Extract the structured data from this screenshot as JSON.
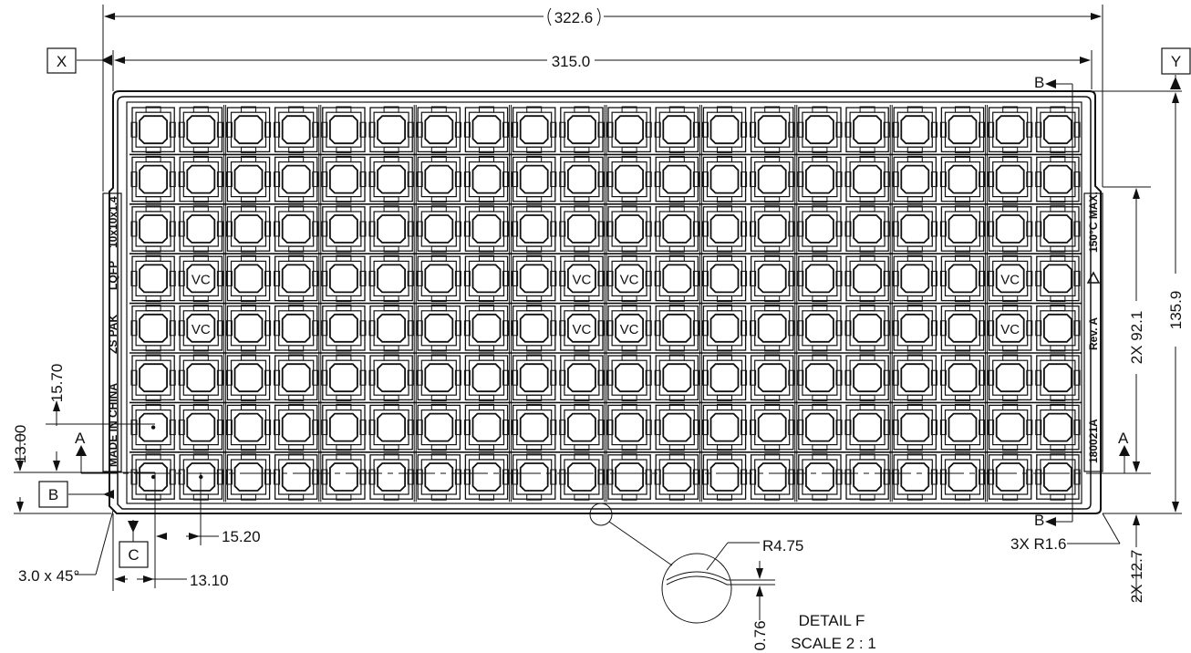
{
  "dimensions": {
    "overall_width": "322.6",
    "inner_width": "315.0",
    "overall_height": "135.9",
    "height_92": "2X 92.1",
    "height_12_7": "2X 12.7",
    "pitch_15_70": "15.70",
    "offset_13_00": "13.00",
    "pitch_15_20": "15.20",
    "offset_13_10": "13.10",
    "chamfer": "3.0 x 45°",
    "radius_corner": "3X R1.6",
    "radius_detail": "R4.75",
    "depth_detail": "0.76"
  },
  "datums": {
    "x": "X",
    "y": "Y",
    "b": "B",
    "c": "C"
  },
  "section_marks": {
    "a": "A",
    "b": "B"
  },
  "detail": {
    "title": "DETAIL F",
    "scale": "SCALE 2 : 1"
  },
  "left_labels": [
    "10x10x1.4",
    "LQFP",
    "ZS PAK",
    "MADE IN CHINA"
  ],
  "right_labels": [
    "150°C MAX.",
    "Rev. A",
    "180021A"
  ],
  "vc_label": "VC",
  "grid": {
    "rows": 8,
    "cols": 20,
    "vc_cells": [
      [
        3,
        1
      ],
      [
        3,
        9
      ],
      [
        3,
        10
      ],
      [
        3,
        18
      ],
      [
        4,
        1
      ],
      [
        4,
        9
      ],
      [
        4,
        10
      ],
      [
        4,
        18
      ]
    ],
    "dot_cells": [
      [
        6,
        0
      ],
      [
        7,
        0
      ],
      [
        7,
        1
      ]
    ]
  }
}
